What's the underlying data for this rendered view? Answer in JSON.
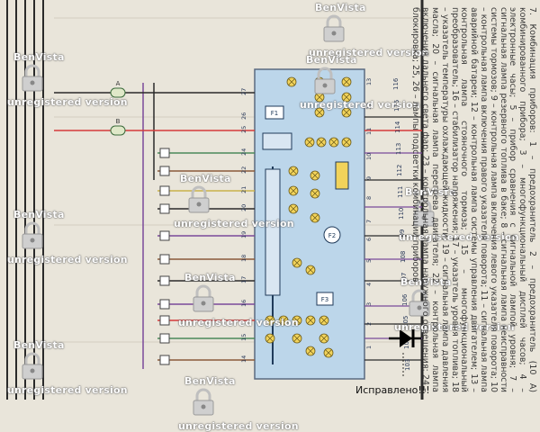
{
  "watermark": {
    "brand": "BenVista",
    "status": "unregistered version"
  },
  "annotation": {
    "fixed_label": "Исправлено!!!"
  },
  "caption": {
    "text": "7. Комбинация приборов: 1 – предохранитель 2 – предохранитель (10 А) комбинированного прибора; 3 – многофункциональный дисплей часов; 4 – электронные часы; 5 – прибор сравнения с сигнальной лампой уровня; 7 – сигнальная лампа резервного топлива в баке; 8 – сигнальная лампа неисправности системы тормозов; 9 – контрольная лампа включения левого указателя поворота; 10 – контрольная лампа включения правого указателя поворота; 11 – сигнальная лампа аварийной батареи; 12 – контрольная лампа системы управления двигателем; 13 – контрольная лампа стояночного тормоза; 15 – многофункциональный преобразователь; 16 – стабилизатор напряжения; 17 – указатель уровня топлива; 18 – указатель температуры охлаждающей жидкости; 19 – сигнальная лампа давления масла; 20 – сигнальная лампа перегрева двигателя; 22 – контрольная лампа включения дальнего света фар; 23 – контрольная лампа наружного освещения; 24 – блокировка; 25, 26 – лампы подсветки комбинации приборов"
  },
  "terminals": {
    "right_bottom": [
      "103",
      "104",
      "105",
      "106",
      "107",
      "108",
      "109",
      "110",
      "111",
      "112",
      "113",
      "114",
      "115",
      "116"
    ],
    "left": [
      "27",
      "26",
      "25",
      "24",
      "22",
      "21",
      "20",
      "19",
      "18",
      "17",
      "16",
      "15",
      "14"
    ],
    "inner": [
      "13",
      "12",
      "11",
      "10",
      "9",
      "8",
      "7",
      "6",
      "5",
      "4",
      "3",
      "2",
      "1"
    ]
  },
  "components": {
    "fuses": [
      "F1",
      "F2",
      "F3"
    ],
    "plugs": [
      "A",
      "B"
    ]
  },
  "colors": {
    "paper": "#e9e5da",
    "panel": "#bcd6ea",
    "wire_red": "#d63a3a",
    "wire_dark": "#2a2a2a",
    "wire_purple": "#7a4a9a",
    "wire_brown": "#8a5a3a",
    "wire_yellow": "#c9b24a",
    "wire_green": "#4a8a5a",
    "lamp_yellow": "#f2d35a",
    "diode": "#000000"
  },
  "icons": [
    "lock-icon",
    "diode-icon",
    "lamp-icon",
    "connector-icon"
  ]
}
